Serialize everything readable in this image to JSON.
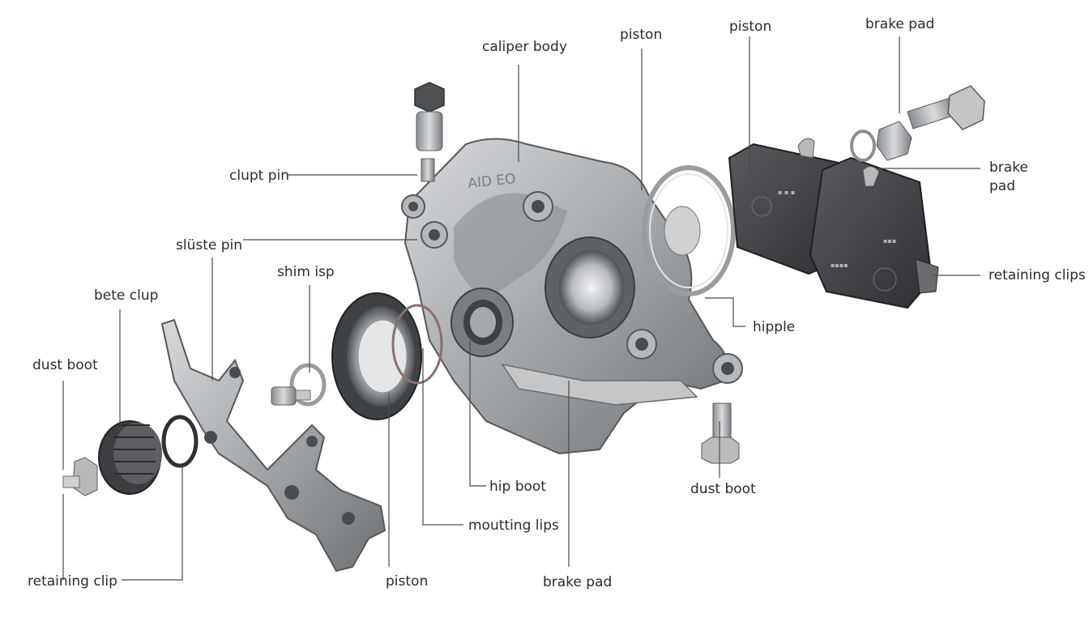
{
  "diagram": {
    "labels": {
      "caliper_body": "caliper body",
      "piston_top": "piston",
      "piston_top_right": "piston",
      "brake_pad_top": "brake pad",
      "brake_pad_right_line1": "brake",
      "brake_pad_right_line2": "pad",
      "retaining_clips": "retaining clips",
      "hipple": "hipple",
      "dust_boot_right": "dust boot",
      "clupt_pin": "clupt pin",
      "sluste_pin": "slüste pin",
      "shim_isp": "shim isp",
      "bete_clup": "bete clup",
      "dust_boot_left": "dust boot",
      "retaining_clip": "retaining clip",
      "piston_bottom": "piston",
      "hip_boot": "hip boot",
      "mouting_lips": "moutting lips",
      "brake_pad_bottom": "brake pad"
    },
    "embossed_text": "AID EO",
    "colors": {
      "metal_dark": "#6e7174",
      "metal_mid": "#a3a6a9",
      "metal_light": "#d3d5d7",
      "pad_dark": "#3d3e41",
      "leader_line": "#4a4a4a",
      "label_text": "#2b2b2b"
    }
  }
}
